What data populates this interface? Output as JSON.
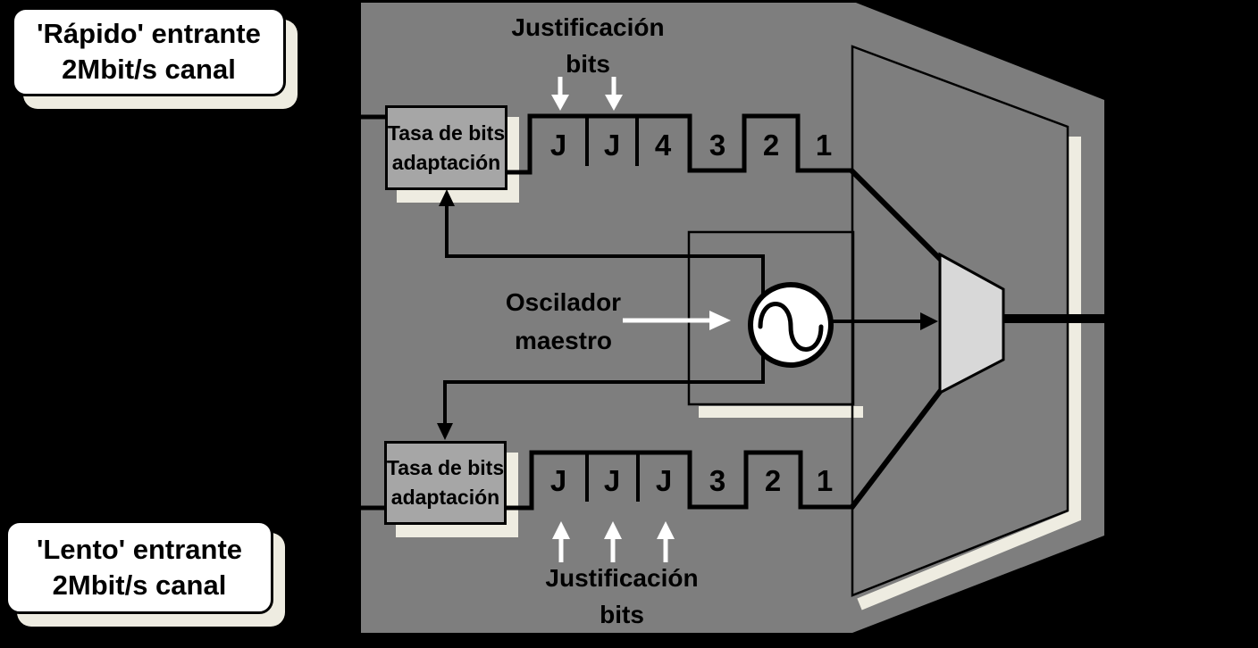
{
  "callouts": {
    "fast": {
      "line1": "'Rápido' entrante",
      "line2": "2Mbit/s canal"
    },
    "slow": {
      "line1": "'Lento' entrante",
      "line2": "2Mbit/s canal"
    }
  },
  "blocks": {
    "rate_adaptation_top": {
      "line1": "Tasa de bits",
      "line2": "adaptación"
    },
    "rate_adaptation_bottom": {
      "line1": "Tasa de bits",
      "line2": "adaptación"
    },
    "master_oscillator": {
      "line1": "Oscilador",
      "line2": "maestro"
    }
  },
  "annotations": {
    "justification_top": {
      "line1": "Justificación",
      "line2": "bits"
    },
    "justification_bottom": {
      "line1": "Justificación",
      "line2": "bits"
    }
  },
  "frames": {
    "top": {
      "bits": [
        "J",
        "J",
        "4",
        "3",
        "2",
        "1"
      ]
    },
    "bottom": {
      "bits": [
        "J",
        "J",
        "J",
        "3",
        "2",
        "1"
      ]
    }
  },
  "colors": {
    "background": "#000000",
    "panel": "#7e7e7e",
    "adaptation_box": "#a6a6a6",
    "mux": "#d8d8d8",
    "shadow_cream": "#eeece1",
    "callout_fill": "#ffffff",
    "line": "#000000",
    "annotation_arrow": "#ffffff"
  }
}
